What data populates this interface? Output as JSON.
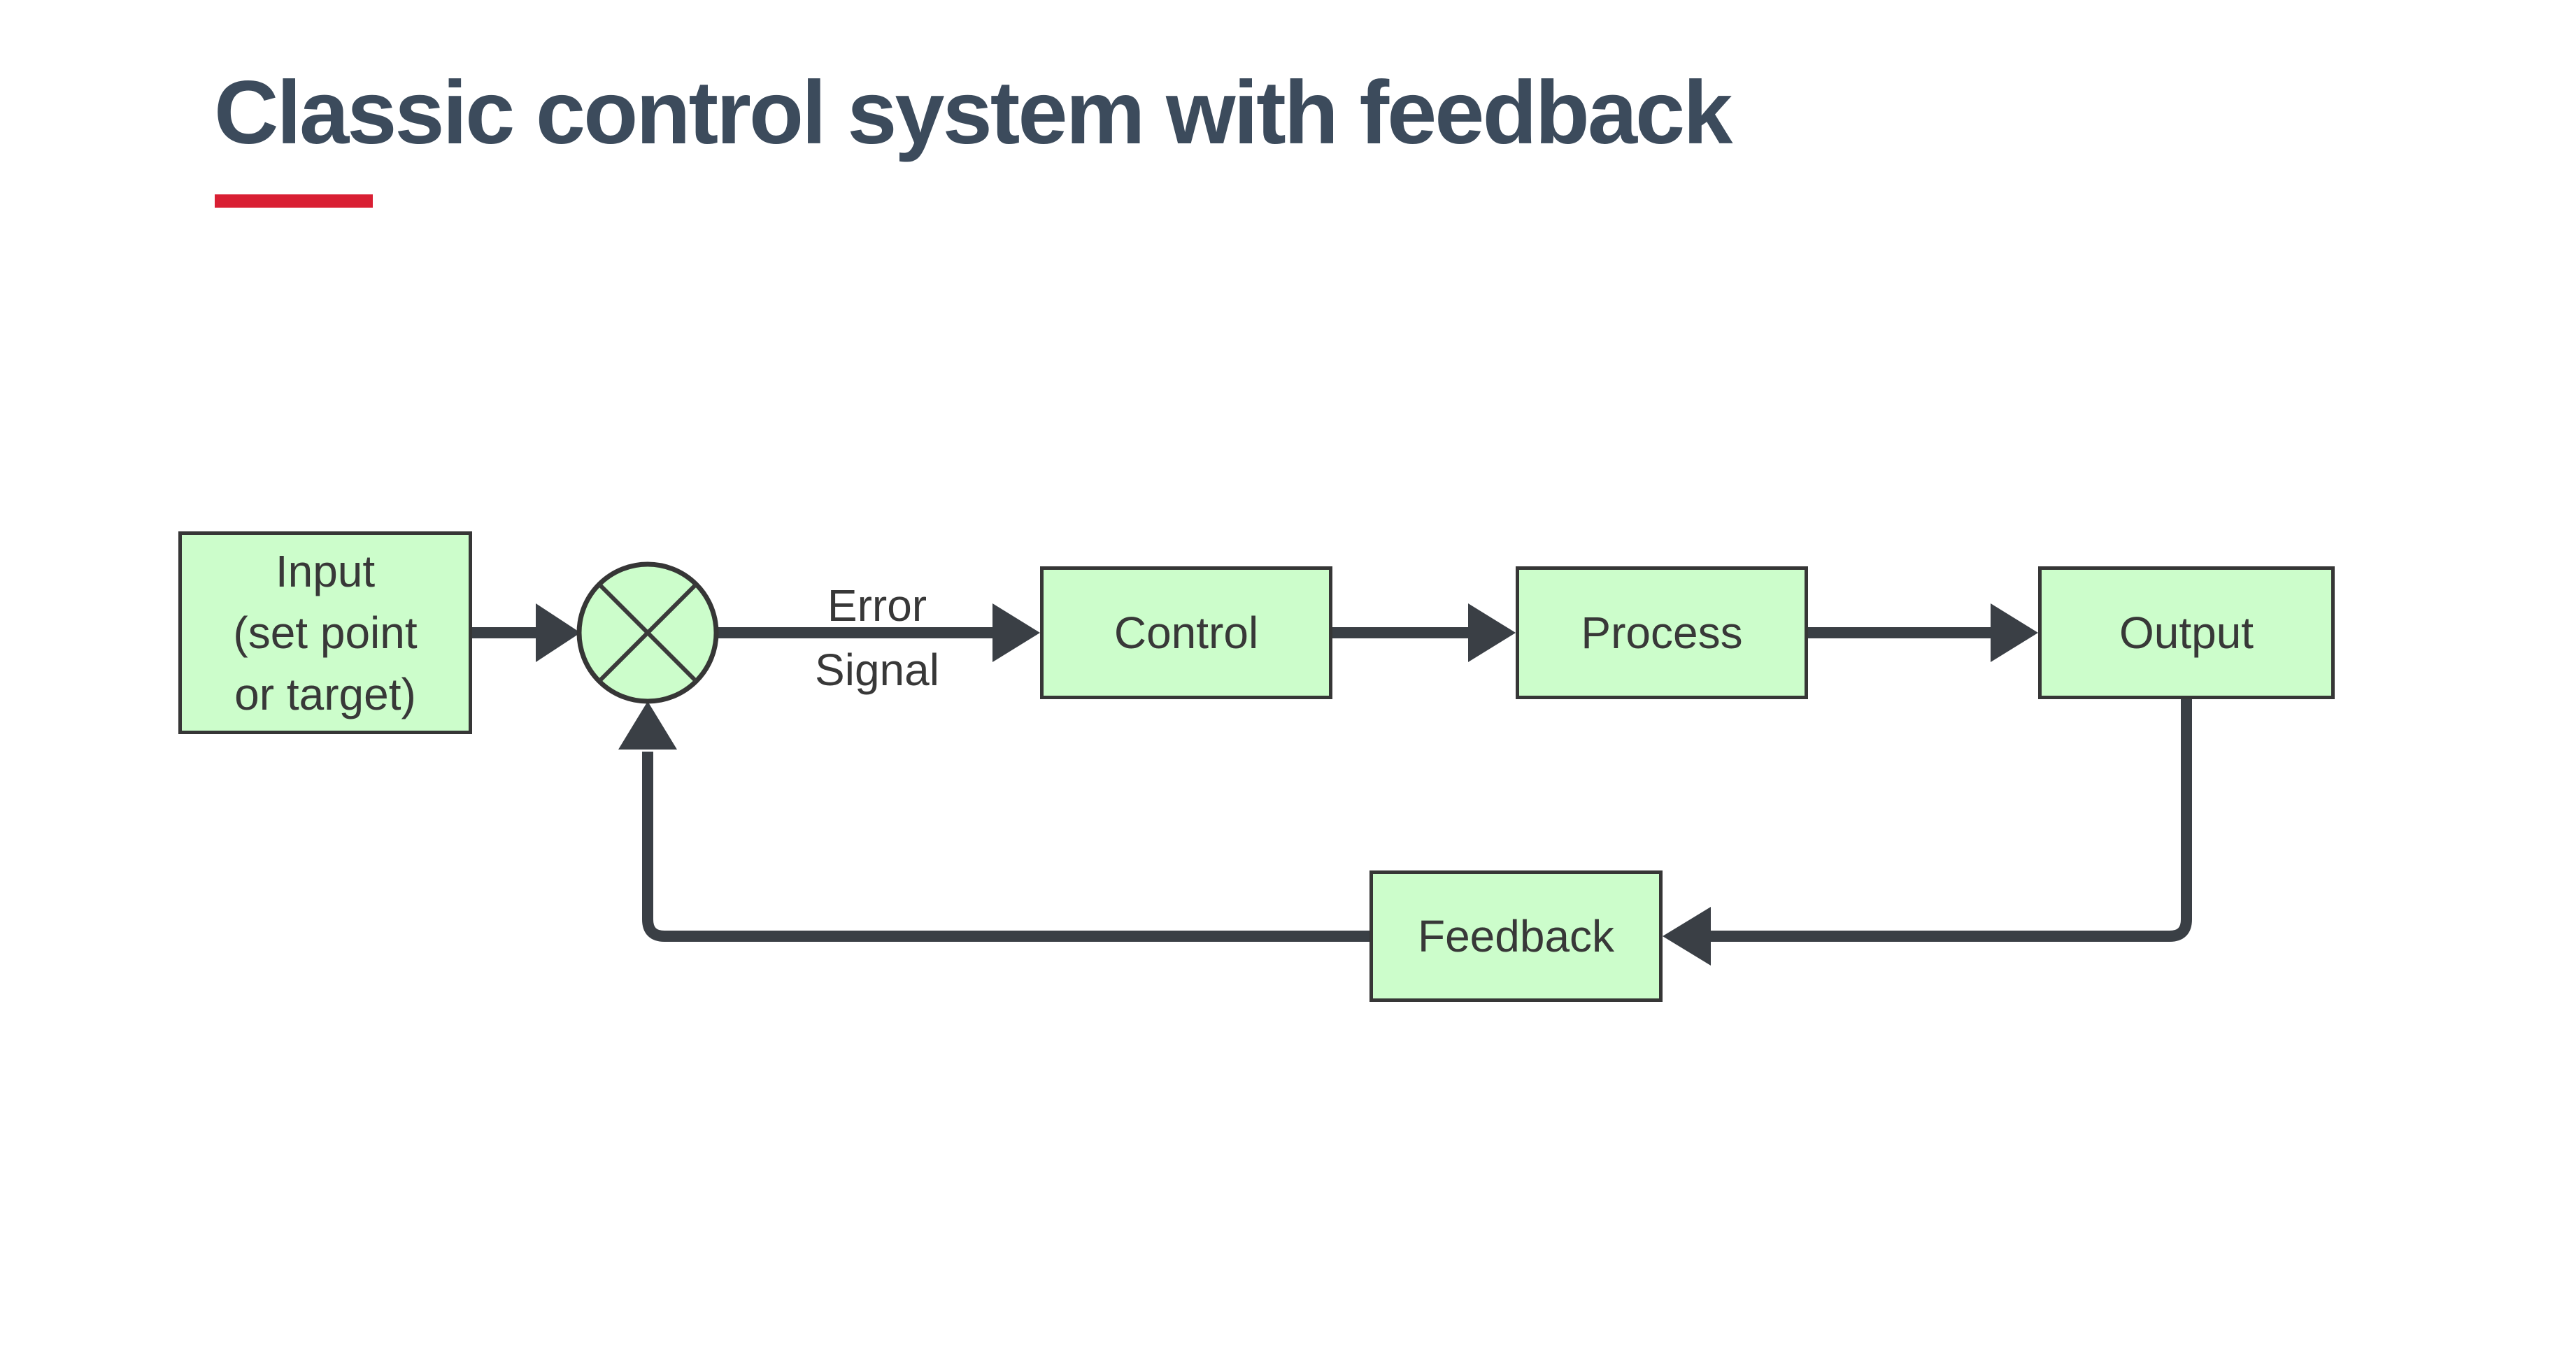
{
  "title": {
    "text": "Classic control system with feedback"
  },
  "accent": {
    "underline_color": "#D91F33"
  },
  "colors": {
    "background": "#FFFFFF",
    "title_text": "#3C4B5C",
    "accent_red": "#D91F33",
    "node_fill": "#CCFDCB",
    "node_border": "#363636",
    "node_text": "#383838",
    "connector": "#3A3F45"
  },
  "diagram": {
    "nodes": {
      "input": {
        "label": "Input\n(set point\nor target)"
      },
      "sum": {
        "type": "summing-junction",
        "symbol": "circle-with-x"
      },
      "control": {
        "label": "Control"
      },
      "process": {
        "label": "Process"
      },
      "output": {
        "label": "Output"
      },
      "feedback": {
        "label": "Feedback"
      }
    },
    "labels": {
      "error_signal": "Error\nSignal"
    },
    "edges": [
      {
        "from": "input",
        "to": "sum",
        "label": ""
      },
      {
        "from": "sum",
        "to": "control",
        "label": "Error Signal"
      },
      {
        "from": "control",
        "to": "process",
        "label": ""
      },
      {
        "from": "process",
        "to": "output",
        "label": ""
      },
      {
        "from": "output",
        "to": "feedback",
        "label": ""
      },
      {
        "from": "feedback",
        "to": "sum",
        "label": ""
      }
    ]
  }
}
